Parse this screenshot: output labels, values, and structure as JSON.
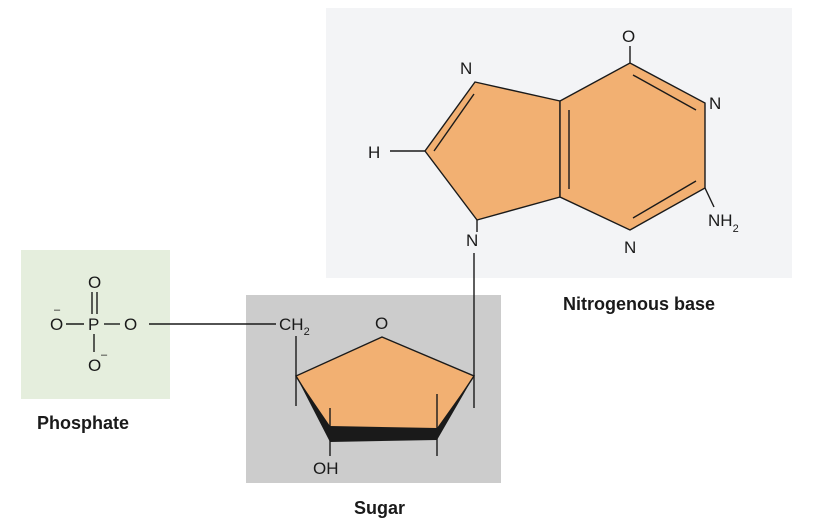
{
  "colors": {
    "phosphate_box": "#e5eedd",
    "sugar_box": "#cccccc",
    "base_box": "#f3f4f6",
    "ring_fill": "#f2b072",
    "line": "#1a1a1a"
  },
  "labels": {
    "phosphate": "Phosphate",
    "sugar": "Sugar",
    "base": "Nitrogenous base"
  },
  "atoms": {
    "O": "O",
    "P": "P",
    "N": "N",
    "H": "H",
    "CH": "CH",
    "CH_sub": "2",
    "OH": "OH",
    "NH": "NH",
    "NH_sub": "2",
    "minus": "–"
  }
}
